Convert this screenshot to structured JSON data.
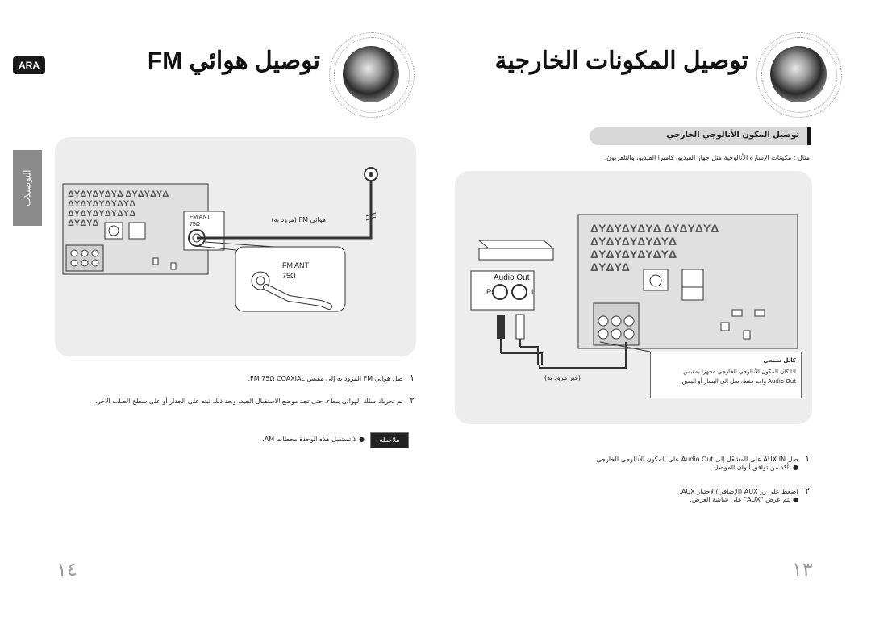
{
  "language_badge": "ARA",
  "side_tab": "التوصيلات",
  "left_page": {
    "title": "توصيل هوائي FM",
    "page_number": "١٤",
    "diagram": {
      "antenna_caption": "هوائي FM (مزود به)",
      "panel_label": "FM ANT",
      "panel_ohm": "75Ω",
      "zoom_label": "FM ANT",
      "zoom_ohm": "75Ω"
    },
    "steps": [
      {
        "num": "١",
        "text": "صل هوائي FM المزود به إلى مقبس FM 75Ω COAXIAL."
      },
      {
        "num": "٢",
        "text": "تم تحريك سلك الهوائي ببطء، حتى تجد موضع الاستقبال الجيد، وبعد ذلك ثبته على الجدار أو على سطح الصلب الآخر."
      }
    ],
    "note": {
      "label": "ملاحظة",
      "text": "● لا تستقبل هذه الوحدة محطات AM."
    }
  },
  "right_page": {
    "title": "توصيل المكونات الخارجية",
    "page_number": "١٣",
    "section_header": "توصيل المكون الأنالوجي الخارجي",
    "section_sub": "مثال : مكونات الإشارة الأنالوجية مثل جهاز الفيديو، كاميرا الفيديو، والتلفزيون.",
    "diagram": {
      "audio_out": "Audio Out",
      "r": "R",
      "l": "L",
      "cable_caption": "(غير مزود به)",
      "callout_title": "كابل سمعي",
      "callout_line1": "اذا كان المكون الأنالوجي الخارجي مجهزا بمقبس",
      "callout_line2": "Audio Out واحد فقط، صل إلى اليسار أو اليمين."
    },
    "steps": [
      {
        "num": "١",
        "text": "صل AUX IN على المشغّل إلى Audio Out على المكون الأنالوجي الخارجي."
      },
      {
        "sub": "● تأكد من توافق ألوان الموصل."
      },
      {
        "num": "٢",
        "text": "اضغط على زر AUX (الإضافي) لاختيار AUX."
      },
      {
        "sub": "● يتم عرض \"AUX\" على شاشة العرض."
      }
    ]
  }
}
